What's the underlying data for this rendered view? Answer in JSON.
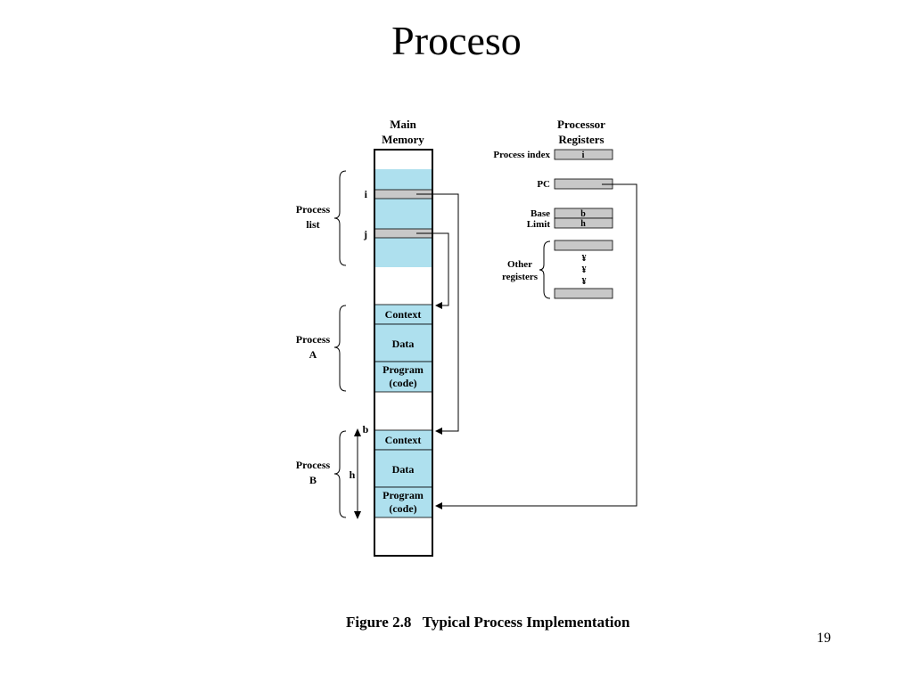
{
  "slide": {
    "title": "Proceso",
    "page_number": "19"
  },
  "figure": {
    "caption": "Figure 2.8   Typical Process Implementation",
    "main_memory": {
      "header_line1": "Main",
      "header_line2": "Memory",
      "row_i": "i",
      "row_j": "j",
      "process_list_line1": "Process",
      "process_list_line2": "list",
      "process_a": {
        "brace_line1": "Process",
        "brace_line2": "A",
        "context": "Context",
        "data": "Data",
        "program_line1": "Program",
        "program_line2": "(code)"
      },
      "process_b": {
        "brace_line1": "Process",
        "brace_line2": "B",
        "label_b": "b",
        "label_h": "h",
        "context": "Context",
        "data": "Data",
        "program_line1": "Program",
        "program_line2": "(code)"
      }
    },
    "registers": {
      "header_line1": "Processor",
      "header_line2": "Registers",
      "process_index_label": "Process index",
      "process_index_value": "i",
      "pc_label": "PC",
      "base_label": "Base",
      "base_value": "b",
      "limit_label": "Limit",
      "limit_value": "h",
      "other_line1": "Other",
      "other_line2": "registers",
      "ellipsis_glyph": "¥"
    },
    "colors": {
      "memory_fill": "#aee0ee",
      "register_fill": "#c8c8c8",
      "line": "#000000"
    }
  }
}
